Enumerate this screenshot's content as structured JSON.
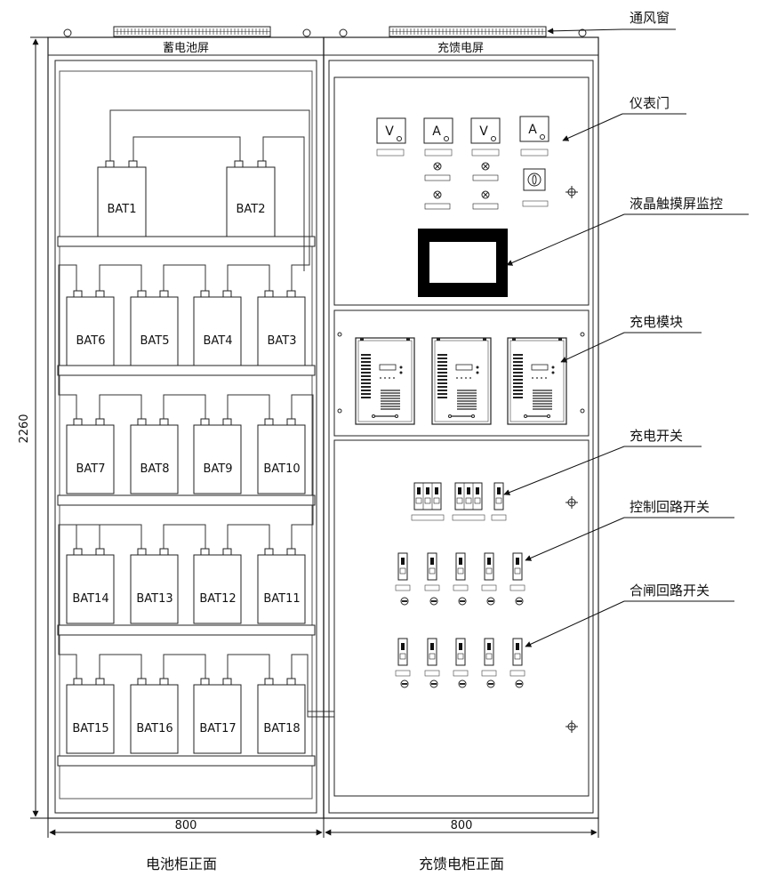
{
  "cabinets": {
    "battery_header": "蓄电池屏",
    "charger_header": "充馈电屏",
    "battery_caption": "电池柜正面",
    "charger_caption": "充馈电柜正面"
  },
  "dimensions": {
    "height": "2260",
    "battery_width": "800",
    "charger_width": "800"
  },
  "callouts": {
    "vent": "通风窗",
    "meter_door": "仪表门",
    "lcd": "液晶触摸屏监控",
    "module": "充电模块",
    "charge_switch": "充电开关",
    "control_switch": "控制回路开关",
    "closing_switch": "合闸回路开关"
  },
  "meters": [
    "V",
    "A",
    "V",
    "A"
  ],
  "batteries": [
    [
      "BAT1",
      "BAT2"
    ],
    [
      "BAT6",
      "BAT5",
      "BAT4",
      "BAT3"
    ],
    [
      "BAT7",
      "BAT8",
      "BAT9",
      "BAT10"
    ],
    [
      "BAT14",
      "BAT13",
      "BAT12",
      "BAT11"
    ],
    [
      "BAT15",
      "BAT16",
      "BAT17",
      "BAT18"
    ]
  ]
}
